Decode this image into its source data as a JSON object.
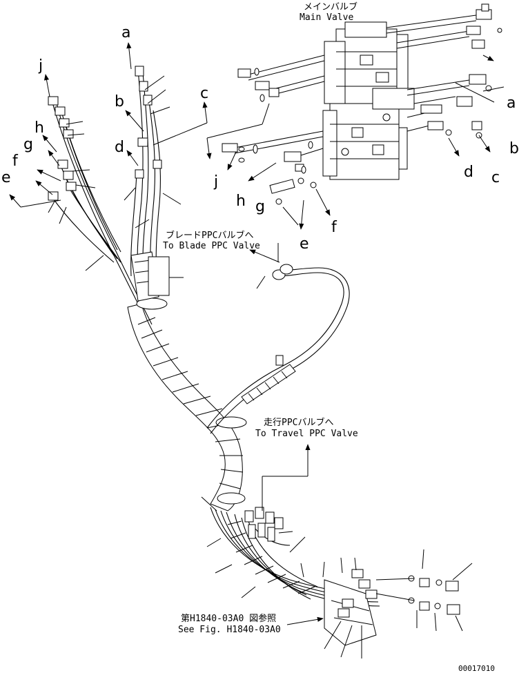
{
  "notes": {
    "main_valve_jp": "メインバルブ",
    "main_valve_en": "Main Valve",
    "blade_ppc_jp": "ブレードPPCバルブへ",
    "blade_ppc_en": "To Blade PPC Valve",
    "travel_ppc_jp": "走行PPCバルブへ",
    "travel_ppc_en": "To Travel PPC Valve",
    "fig_ref_jp": "第H1840-03A0 図参照",
    "fig_ref_en": "See Fig. H1840-03A0",
    "drawing_no": "00017010"
  },
  "callouts": {
    "a_top": "a",
    "b_top": "b",
    "c_top": "c",
    "d_top": "d",
    "e_left": "e",
    "f_left": "f",
    "g_left": "g",
    "h_left": "h",
    "j_left": "j",
    "a_right": "a",
    "b_right": "b",
    "c_right": "c",
    "d_right": "d",
    "e_bottom": "e",
    "f_bottom": "f",
    "g_bottom": "g",
    "h_bottom": "h",
    "j_bottom": "j"
  }
}
